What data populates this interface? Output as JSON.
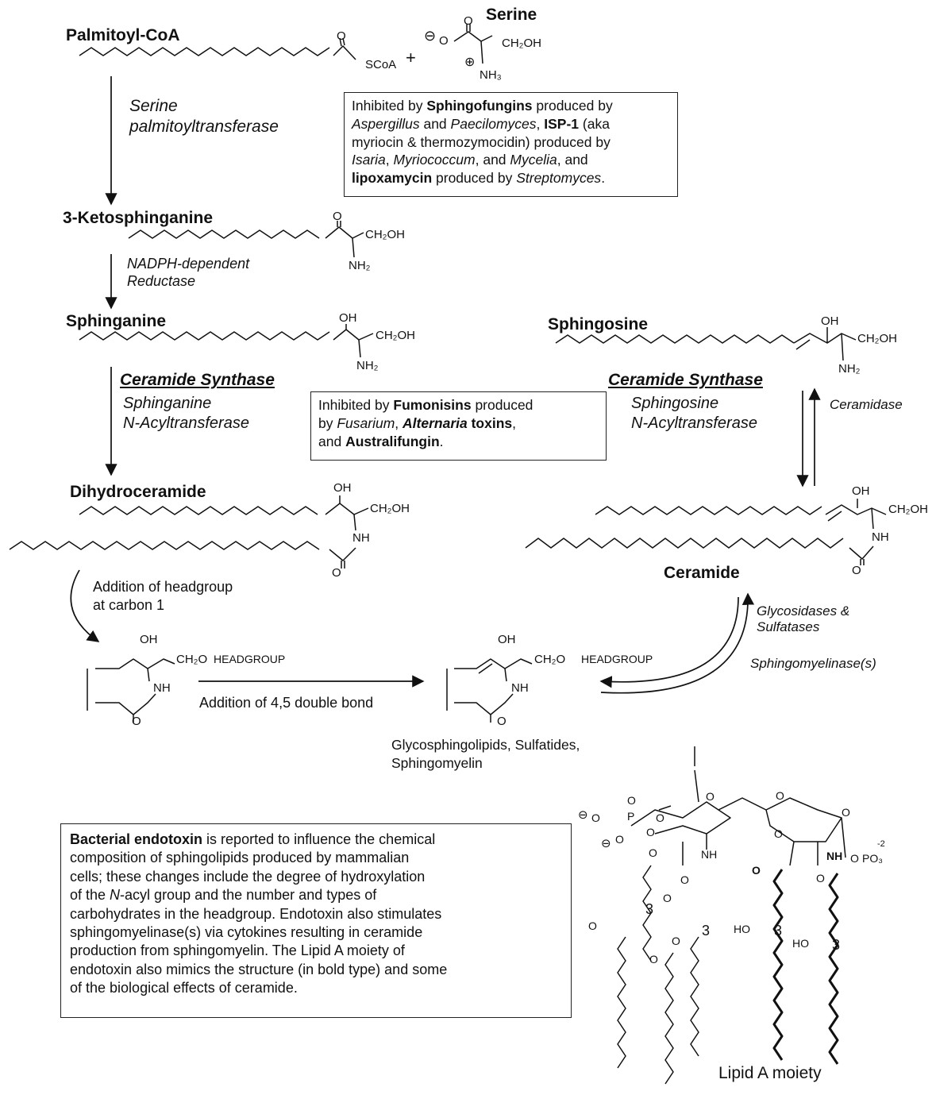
{
  "compounds": {
    "palmitoyl_coa": "Palmitoyl-CoA",
    "serine": "Serine",
    "ketosphinganine": "3-Ketosphinganine",
    "sphinganine": "Sphinganine",
    "sphingosine": "Sphingosine",
    "dihydroceramide": "Dihydroceramide",
    "ceramide": "Ceramide",
    "complex_sphingolipids": [
      "Glycosphingolipids, Sulfatides,",
      "Sphingomyelin"
    ],
    "lipid_a": "Lipid A moiety"
  },
  "enzymes": {
    "spt": [
      "Serine",
      "palmitoyltransferase"
    ],
    "reductase": [
      "NADPH-dependent",
      "Reductase"
    ],
    "cs_left_title": "Ceramide Synthase",
    "cs_left": [
      "Sphinganine",
      "N-Acyltransferase"
    ],
    "cs_right_title": "Ceramide Synthase",
    "cs_right": [
      "Sphingosine",
      "N-Acyltransferase"
    ],
    "ceramidase": "Ceramidase",
    "glycosidases": [
      "Glycosidases &",
      "Sulfatases"
    ],
    "smase": "Sphingomyelinase(s)"
  },
  "steps": {
    "headgroup_addition": [
      "Addition of headgroup",
      "at carbon 1"
    ],
    "double_bond": "Addition of 4,5 double bond"
  },
  "chem_labels": {
    "o": "O",
    "scoa": "SCoA",
    "plus": "+",
    "ch2oh": "CH₂OH",
    "nh2": "NH₂",
    "nh3": "NH₃",
    "oh": "OH",
    "nh": "NH",
    "ch2o": "CH₂O",
    "headgroup": "HEADGROUP",
    "p": "P",
    "po3": "PO₃",
    "charge_neg2": "-2",
    "num3": "3",
    "ho": "HO",
    "minus": "⊖",
    "plus_circ": "⊕"
  },
  "boxes": {
    "spt_inhibitors": [
      [
        {
          "t": "Inhibited by "
        },
        {
          "t": "Sphingofungins",
          "s": "b"
        },
        {
          "t": " produced by"
        }
      ],
      [
        {
          "t": "Aspergillus",
          "s": "i"
        },
        {
          "t": " and "
        },
        {
          "t": "Paecilomyces",
          "s": "i"
        },
        {
          "t": ", "
        },
        {
          "t": "ISP-1",
          "s": "b"
        },
        {
          "t": " (aka"
        }
      ],
      [
        {
          "t": "myriocin & thermozymocidin) produced by"
        }
      ],
      [
        {
          "t": "Isaria",
          "s": "i"
        },
        {
          "t": ", "
        },
        {
          "t": "Myriococcum",
          "s": "i"
        },
        {
          "t": ", and "
        },
        {
          "t": "Mycelia",
          "s": "i"
        },
        {
          "t": ", and"
        }
      ],
      [
        {
          "t": "lipoxamycin",
          "s": "b"
        },
        {
          "t": " produced by "
        },
        {
          "t": "Streptomyces",
          "s": "i"
        },
        {
          "t": "."
        }
      ]
    ],
    "cs_inhibitors": [
      [
        {
          "t": "Inhibited by "
        },
        {
          "t": "Fumonisins",
          "s": "b"
        },
        {
          "t": " produced"
        }
      ],
      [
        {
          "t": "by "
        },
        {
          "t": "Fusarium",
          "s": "i"
        },
        {
          "t": ", "
        },
        {
          "t": "Alternaria",
          "s": "bi"
        },
        {
          "t": " toxins",
          "s": "b"
        },
        {
          "t": ","
        }
      ],
      [
        {
          "t": "and "
        },
        {
          "t": "Australifungin",
          "s": "b"
        },
        {
          "t": "."
        }
      ]
    ],
    "endotoxin": [
      [
        {
          "t": "Bacterial endotoxin",
          "s": "b"
        },
        {
          "t": " is reported to influence the chemical"
        }
      ],
      [
        {
          "t": "composition of sphingolipids produced by mammalian"
        }
      ],
      [
        {
          "t": "cells; these changes include the degree of hydroxylation"
        }
      ],
      [
        {
          "t": "of the "
        },
        {
          "t": "N",
          "s": "i"
        },
        {
          "t": "-acyl group and the number and types of"
        }
      ],
      [
        {
          "t": "carbohydrates in the headgroup.  Endotoxin also stimulates"
        }
      ],
      [
        {
          "t": "sphingomyelinase(s) via cytokines resulting in ceramide"
        }
      ],
      [
        {
          "t": "production from sphingomyelin.  The Lipid A moiety of"
        }
      ],
      [
        {
          "t": "endotoxin also mimics the structure (in bold type) and some"
        }
      ],
      [
        {
          "t": "of the biological effects of ceramide."
        }
      ]
    ]
  }
}
